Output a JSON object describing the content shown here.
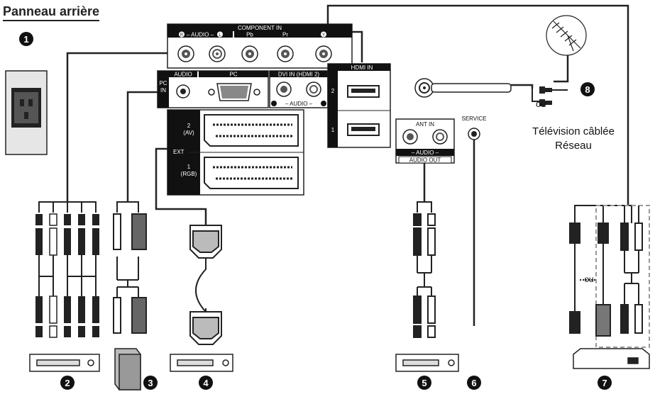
{
  "title": "Panneau arrière",
  "panel": {
    "component_in": "COMPONENT IN",
    "audio_rl": "– AUDIO –",
    "r_glyph": "R",
    "l_glyph": "L",
    "pb_glyph": "Pb",
    "pr_glyph": "Pr",
    "y_glyph": "Y",
    "audio": "AUDIO",
    "pc": "PC",
    "pc_in_1": "PC",
    "pc_in_2": "IN",
    "dvi_in": "DVI IN (HDMI 2)",
    "audio_dvi": "–  AUDIO  –",
    "hdmi_in": "HDMI IN",
    "hdmi_2": "2",
    "hdmi_1": "1",
    "ext": "EXT",
    "ext2_a": "2",
    "ext2_b": "(AV)",
    "ext1_a": "1",
    "ext1_b": "(RGB)",
    "ant_in": "ANT IN",
    "audio_out_rl": "– AUDIO –",
    "audio_out": "AUDIO OUT",
    "service": "SERVICE"
  },
  "antenna": {
    "ou_top": "ou",
    "cable_tv_1": "Télévision câblée",
    "cable_tv_2": "Réseau",
    "ou_side": "ou"
  },
  "callouts": [
    "1",
    "2",
    "3",
    "4",
    "5",
    "6",
    "7",
    "8"
  ]
}
